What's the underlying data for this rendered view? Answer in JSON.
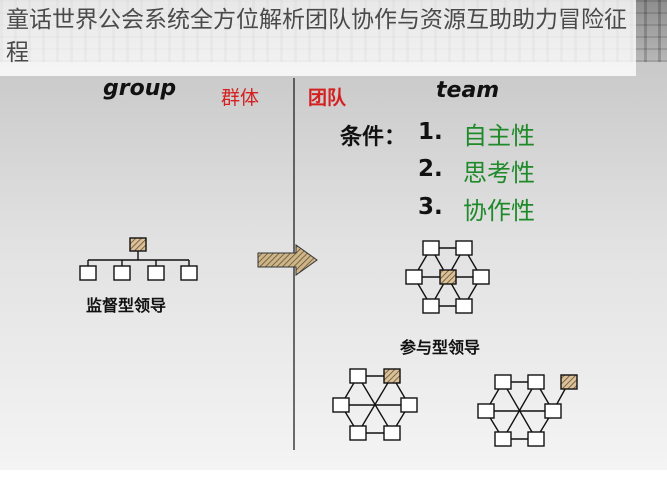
{
  "title": "童话世界公会系统全方位解析团队协作与资源互助助力冒险征程",
  "left": {
    "label_en": "group",
    "label_zh": "群体",
    "caption": "监督型领导"
  },
  "right": {
    "label_zh": "团队",
    "label_en": "team",
    "conditions_heading": "条件：",
    "conditions": [
      {
        "num": "1.",
        "text": "自主性"
      },
      {
        "num": "2.",
        "text": "思考性"
      },
      {
        "num": "3.",
        "text": "协作性"
      }
    ],
    "caption": "参与型领导"
  },
  "colors": {
    "red_label": "#d42020",
    "green_text": "#1f8a2a",
    "hatched_node": "#b8946a"
  }
}
